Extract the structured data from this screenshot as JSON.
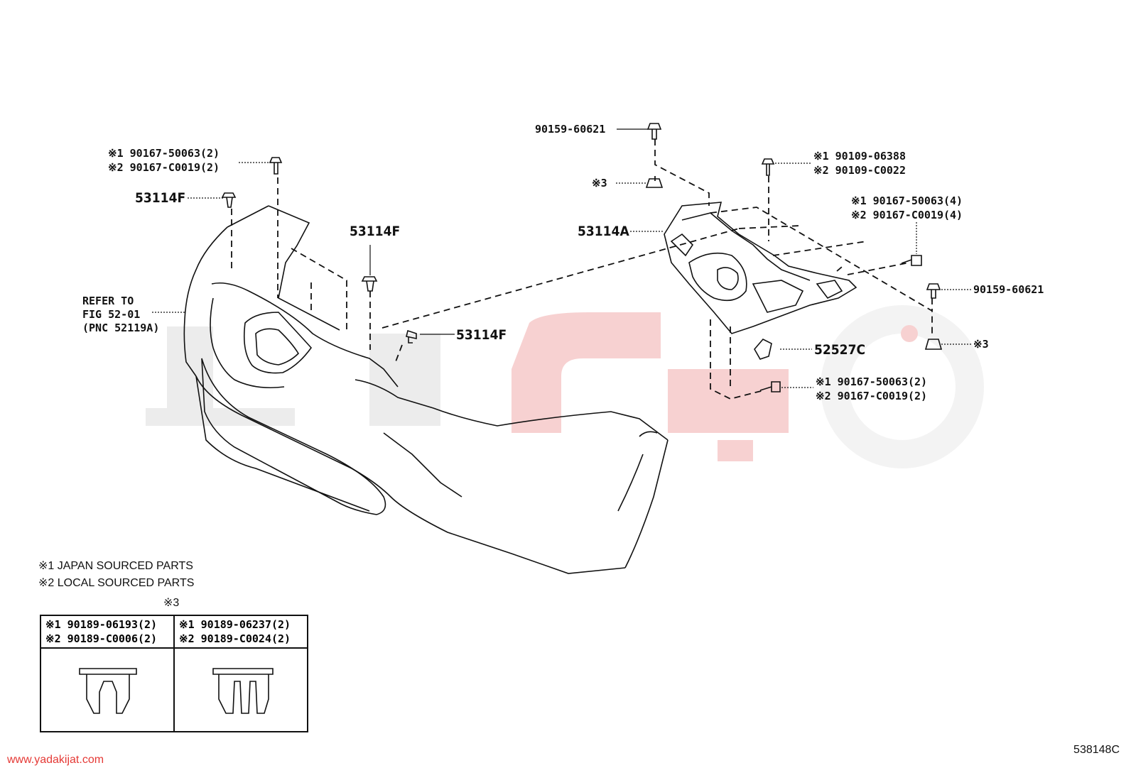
{
  "callouts": {
    "left_bolt_1": "※1 90167-50063(2)",
    "left_bolt_2": "※2 90167-C0019(2)",
    "clip_top_left": "53114F",
    "clip_mid": "53114F",
    "clip_front": "53114F",
    "refer_1": "REFER TO",
    "refer_2": "FIG 52-01",
    "refer_3": "(PNC 52119A)",
    "bracket": "53114A",
    "top_bolt": "90159-60621",
    "clip_x3_top": "※3",
    "right_top_1": "※1 90109-06388",
    "right_top_2": "※2 90109-C0022",
    "right_mid_1": "※1 90167-50063(4)",
    "right_mid_2": "※2 90167-C0019(4)",
    "right_bolt": "90159-60621",
    "clip_x3_right": "※3",
    "part_52527c": "52527C",
    "right_low_1": "※1 90167-50063(2)",
    "right_low_2": "※2 90167-C0019(2)"
  },
  "notes": {
    "note_1": "※1 JAPAN SOURCED PARTS",
    "note_2": "※2 LOCAL SOURCED PARTS",
    "table_title": "※3"
  },
  "table": {
    "col1_line1": "※1 90189-06193(2)",
    "col1_line2": "※2 90189-C0006(2)",
    "col2_line1": "※1 90189-06237(2)",
    "col2_line2": "※2 90189-C0024(2)"
  },
  "footer": {
    "website": "www.yadakijat.com",
    "figure_code": "538148C"
  },
  "colors": {
    "line": "#111111",
    "watermark": "#e9e9e9",
    "watermark_accent": "#f6c9c9",
    "site_text": "#e53935"
  }
}
